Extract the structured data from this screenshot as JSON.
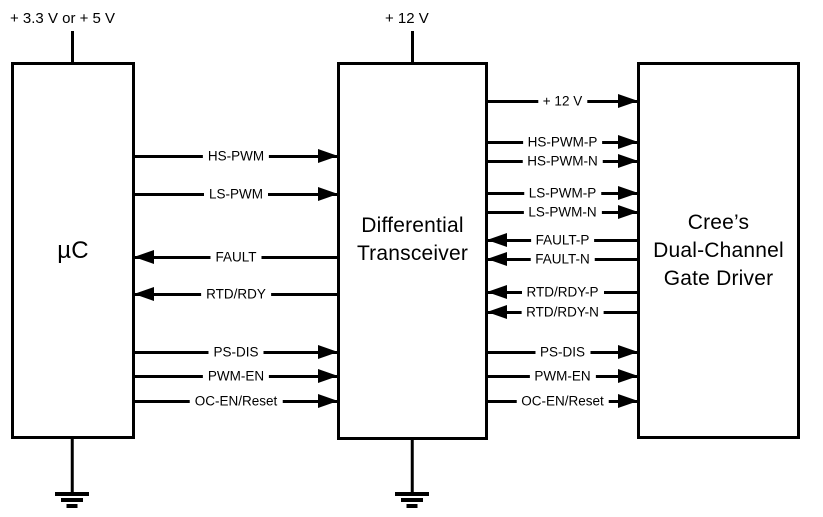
{
  "power": {
    "mcu_supply": "+ 3.3 V or + 5 V",
    "transceiver_supply": "+ 12 V"
  },
  "blocks": {
    "mcu": {
      "label": "µC"
    },
    "transceiver": {
      "lines": [
        "Differential",
        "Transceiver"
      ]
    },
    "gate_driver": {
      "lines": [
        "Cree’s",
        "Dual-Channel",
        "Gate Driver"
      ]
    }
  },
  "signals": {
    "mcu_transceiver": [
      {
        "label": "HS-PWM",
        "direction": "right"
      },
      {
        "label": "LS-PWM",
        "direction": "right"
      },
      {
        "label": "FAULT",
        "direction": "left"
      },
      {
        "label": "RTD/RDY",
        "direction": "left"
      },
      {
        "label": "PS-DIS",
        "direction": "right"
      },
      {
        "label": "PWM-EN",
        "direction": "right"
      },
      {
        "label": "OC-EN/Reset",
        "direction": "right"
      }
    ],
    "transceiver_gatedriver": [
      {
        "label": "+ 12 V",
        "direction": "right"
      },
      {
        "label": "HS-PWM-P",
        "direction": "right"
      },
      {
        "label": "HS-PWM-N",
        "direction": "right"
      },
      {
        "label": "LS-PWM-P",
        "direction": "right"
      },
      {
        "label": "LS-PWM-N",
        "direction": "right"
      },
      {
        "label": "FAULT-P",
        "direction": "left"
      },
      {
        "label": "FAULT-N",
        "direction": "left"
      },
      {
        "label": "RTD/RDY-P",
        "direction": "left"
      },
      {
        "label": "RTD/RDY-N",
        "direction": "left"
      },
      {
        "label": "PS-DIS",
        "direction": "right"
      },
      {
        "label": "PWM-EN",
        "direction": "right"
      },
      {
        "label": "OC-EN/Reset",
        "direction": "right"
      }
    ]
  },
  "colors": {
    "line": "#000000",
    "background": "#ffffff",
    "text": "#000000"
  }
}
